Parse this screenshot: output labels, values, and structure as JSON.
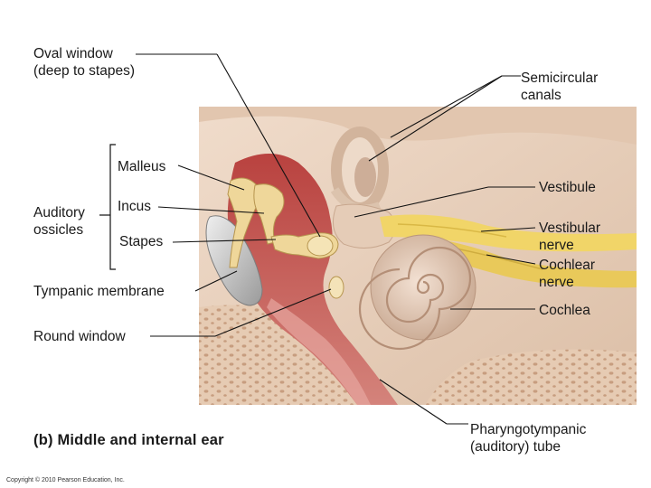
{
  "labels": {
    "oval_window": "Oval window\n(deep to stapes)",
    "semicircular_canals": "Semicircular\ncanals",
    "malleus": "Malleus",
    "auditory_ossicles": "Auditory\nossicles",
    "incus": "Incus",
    "vestibule": "Vestibule",
    "stapes": "Stapes",
    "vestibular_nerve": "Vestibular\nnerve",
    "cochlear_nerve": "Cochlear\nnerve",
    "tympanic_membrane": "Tympanic membrane",
    "cochlea": "Cochlea",
    "round_window": "Round window",
    "pharyngotympanic_tube": "Pharyngotympanic\n(auditory) tube"
  },
  "caption": "(b) Middle and internal ear",
  "copyright": "Copyright © 2010 Pearson Education, Inc.",
  "colors": {
    "bone": "#e9d3bf",
    "bone_shadow": "#c9a98f",
    "cavity": "#b94a48",
    "cavity_light": "#d98d86",
    "ossicle": "#efd79a",
    "nerve": "#f0d360",
    "cochlea": "#e3c8b6",
    "membrane": "#cfcfcf",
    "leader_line": "#111111"
  }
}
